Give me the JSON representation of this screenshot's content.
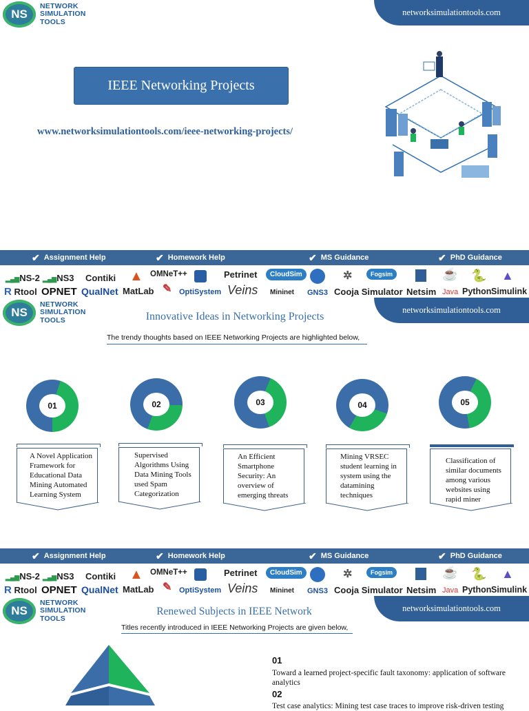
{
  "brand": {
    "line1": "NETWORK",
    "line2": "SIMULATION",
    "line3": "TOOLS",
    "mark": "NS",
    "site": "networksimulationtools.com"
  },
  "hero": {
    "title": "IEEE Networking Projects",
    "link": "www.networksimulationtools.com/ieee-networking-projects/"
  },
  "services": [
    "Assignment Help",
    "Homework Help",
    "MS  Guidance",
    "PhD  Guidance"
  ],
  "tools_row1": [
    "NS-2",
    "NS3",
    "Contiki",
    "OMNeT++",
    "Petrinet",
    "CloudSim",
    "Fogsim"
  ],
  "tools_row2": [
    "Rtool",
    "OPNET",
    "QualNet",
    "MatLab",
    "OptiSystem",
    "Veins",
    "Mininet",
    "GNS3",
    "Cooja Simulator",
    "Netsim",
    "Java",
    "Python",
    "Simulink"
  ],
  "section2": {
    "title": "Innovative Ideas in Networking Projects",
    "subtitle": "The trendy thoughts based on  IEEE Networking Projects are highlighted below,",
    "items": [
      {
        "num": "01",
        "text": "A Novel Application Framework  for Educational Data Mining  Automated Learning System",
        "share": 0.55
      },
      {
        "num": "02",
        "text": "Supervised Algorithms Using Data Mining Tools used  Spam Categorization",
        "share": 0.7
      },
      {
        "num": "03",
        "text": "An Efficient Smartphone Security: An overview of emerging threats",
        "share": 0.62
      },
      {
        "num": "04",
        "text": "Mining VRSEC student learning  in system using the datamining techniques",
        "share": 0.72
      },
      {
        "num": "05",
        "text": "Classification of similar documents among various websites using rapid miner",
        "share": 0.6
      }
    ]
  },
  "section3": {
    "title": "Renewed Subjects in IEEE Network",
    "subtitle": "Titles recently introduced in IEEE Networking Projects are given below,",
    "items": [
      {
        "num": "01",
        "text": "Toward a learned project-specific fault taxonomy: application of software analytics"
      },
      {
        "num": "02",
        "text": "Test case analytics: Mining test case traces to improve risk-driven testing"
      }
    ]
  },
  "colors": {
    "blue": "#3b6ea8",
    "green": "#1fb35b",
    "navy": "#2f5f96"
  }
}
